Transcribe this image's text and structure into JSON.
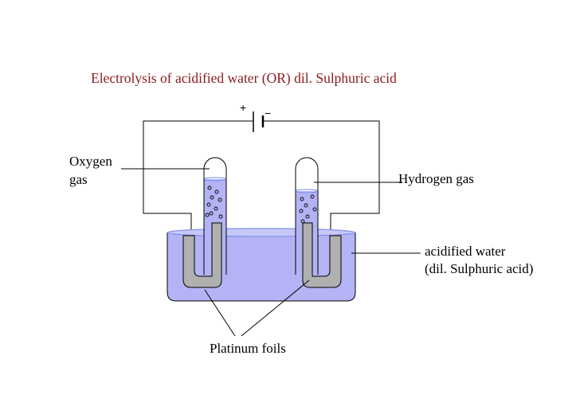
{
  "title": "Electrolysis of acidified water (OR) dil. Sulphuric acid",
  "battery": {
    "positive_sign": "+",
    "negative_sign": "−"
  },
  "labels": {
    "oxygen_line1": "Oxygen",
    "oxygen_line2": "gas",
    "hydrogen": "Hydrogen gas",
    "acid_line1": "acidified water",
    "acid_line2": "(dil. Sulphuric acid)",
    "platinum": "Platinum foils"
  },
  "colors": {
    "title": "#8b1c1c",
    "solution": "#b3b3f5",
    "solution_surface": "#7f8ff0",
    "tube_gas_fill": "#ffffff",
    "foil": "#b0b0b0"
  },
  "tubes": {
    "oxygen_gas_fraction": 0.27,
    "hydrogen_gas_fraction": 0.32
  }
}
